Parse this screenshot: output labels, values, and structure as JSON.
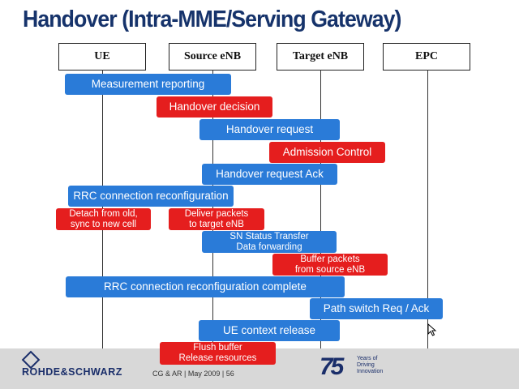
{
  "title": "Handover (Intra-MME/Serving Gateway)",
  "actors": {
    "ue": "UE",
    "source_enb": "Source eNB",
    "target_enb": "Target eNB",
    "epc": "EPC"
  },
  "steps": {
    "measurement_reporting": "Measurement reporting",
    "handover_decision": "Handover decision",
    "handover_request": "Handover request",
    "admission_control": "Admission Control",
    "handover_request_ack": "Handover request Ack",
    "rrc_reconfiguration": "RRC connection reconfiguration",
    "detach_line1": "Detach from old,",
    "detach_line2": "sync to new cell",
    "deliver_line1": "Deliver packets",
    "deliver_line2": "to target eNB",
    "sn_status_line1": "SN Status Transfer",
    "sn_status_line2": "Data forwarding",
    "buffer_line1": "Buffer packets",
    "buffer_line2": "from source eNB",
    "rrc_complete": "RRC connection reconfiguration complete",
    "path_switch": "Path switch Req / Ack",
    "ue_context_release": "UE context release",
    "flush_line1": "Flush buffer",
    "flush_line2": "Release resources"
  },
  "footer": {
    "logo": "ROHDE&SCHWARZ",
    "info": "CG & AR | May 2009 | 56",
    "anniversary_number": "75",
    "anniversary_line1": "Years of",
    "anniversary_line2": "Driving",
    "anniversary_line3": "Innovation"
  },
  "colors": {
    "title": "#16336b",
    "message_blue": "#2a7bd8",
    "message_red": "#e51e1e",
    "footer_bg": "#d8d8d8"
  }
}
